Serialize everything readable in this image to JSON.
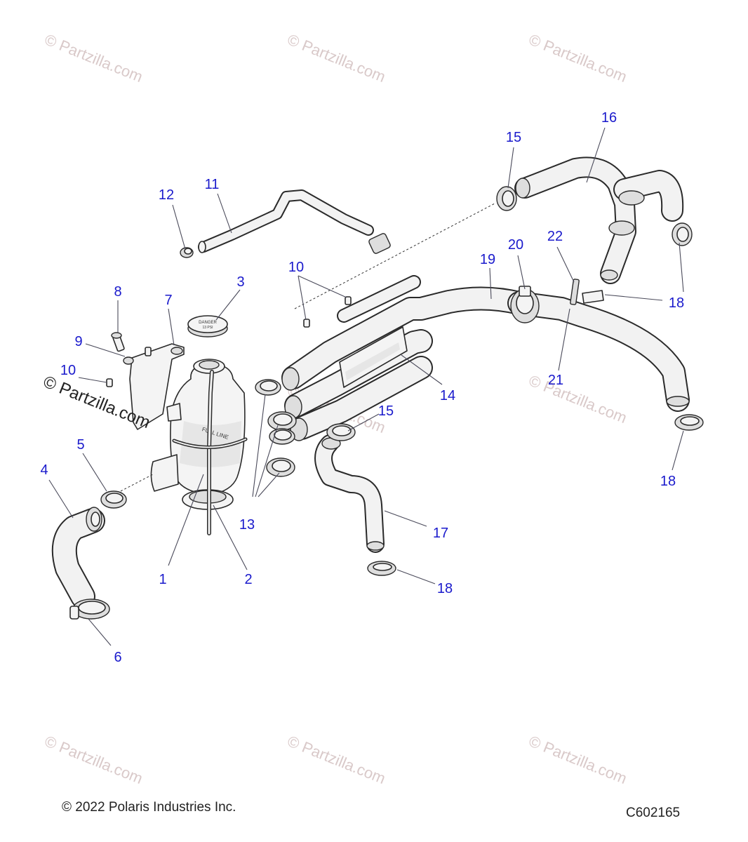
{
  "watermark": {
    "text": "© Partzilla.com"
  },
  "side_watermark": {
    "text": "© Partzilla.com"
  },
  "callouts": {
    "c1": "1",
    "c2": "2",
    "c3": "3",
    "c4": "4",
    "c5": "5",
    "c6": "6",
    "c7": "7",
    "c8": "8",
    "c9": "9",
    "c10a": "10",
    "c10b": "10",
    "c11": "11",
    "c12": "12",
    "c13": "13",
    "c14": "14",
    "c15a": "15",
    "c15b": "15",
    "c16": "16",
    "c17": "17",
    "c18a": "18",
    "c18b": "18",
    "c18c": "18",
    "c19": "19",
    "c20": "20",
    "c21": "21",
    "c22": "22"
  },
  "cap_text": {
    "line1": "DANGER",
    "line2": "13 PSI"
  },
  "tank_text": "FULL LINE",
  "footer": {
    "copyright": "© 2022 Polaris Industries Inc.",
    "diagram_id": "C602165"
  }
}
